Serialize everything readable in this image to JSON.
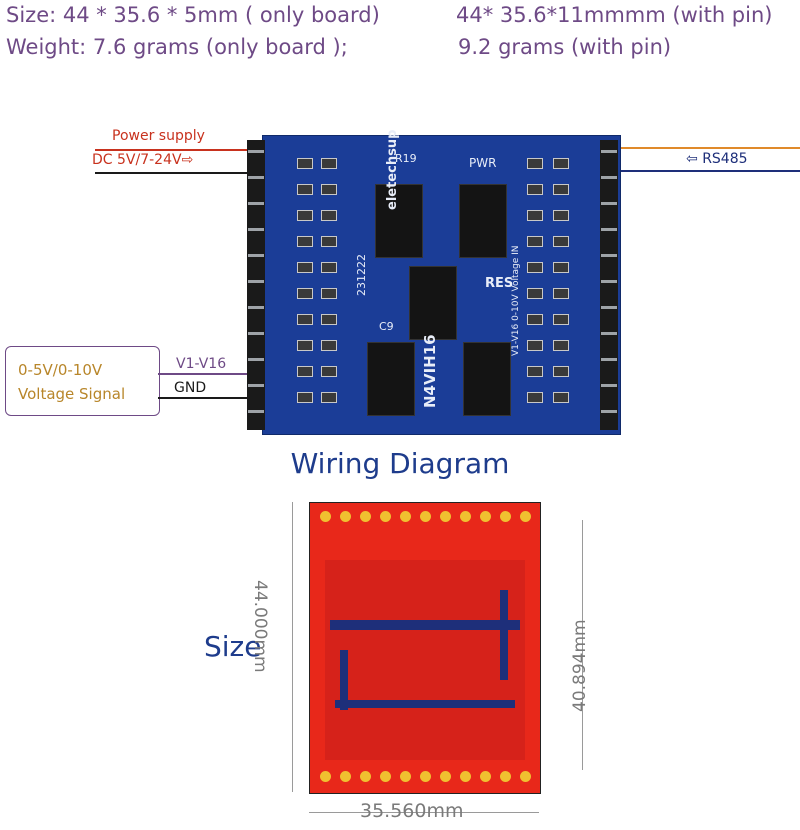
{
  "specs": {
    "size_board": "Size: 44 * 35.6 * 5mm ( only board)",
    "size_pin": "44* 35.6*11mmmm (with pin)",
    "weight_board": "Weight: 7.6 grams (only board );",
    "weight_pin": "9.2 grams (with pin)"
  },
  "wiring": {
    "power_label": "Power supply",
    "dc_label": "DC 5V/7-24V",
    "rs485_label": "RS485",
    "signal_box_line1": "0-5V/0-10V",
    "signal_box_line2": "Voltage Signal",
    "v_label": "V1-V16",
    "gnd_label": "GND"
  },
  "board_silk": {
    "r19": "R19",
    "pwr": "PWR",
    "brand": "eletechsup",
    "date": "231222",
    "res": "RES",
    "model": "N4VIH16",
    "c9": "C9",
    "voltage_in": "V1-V16 0-10V Voltage IN"
  },
  "sections": {
    "wiring_title": "Wiring Diagram",
    "size_title": "Size"
  },
  "dimensions": {
    "height": "44.000mm",
    "inner_height": "40.894mm",
    "width": "35.560mm"
  },
  "colors": {
    "spec_text": "#6e4a86",
    "power_wire": "#c8321e",
    "gnd_wire": "#1a1a1a",
    "rs485_orange": "#e08a2a",
    "rs485_navy": "#1e2f7a",
    "signal_box_text": "#b8862a",
    "board_blue": "#1b3d97",
    "pcb_red": "#e8281a",
    "title_blue": "#1e3c8c"
  }
}
